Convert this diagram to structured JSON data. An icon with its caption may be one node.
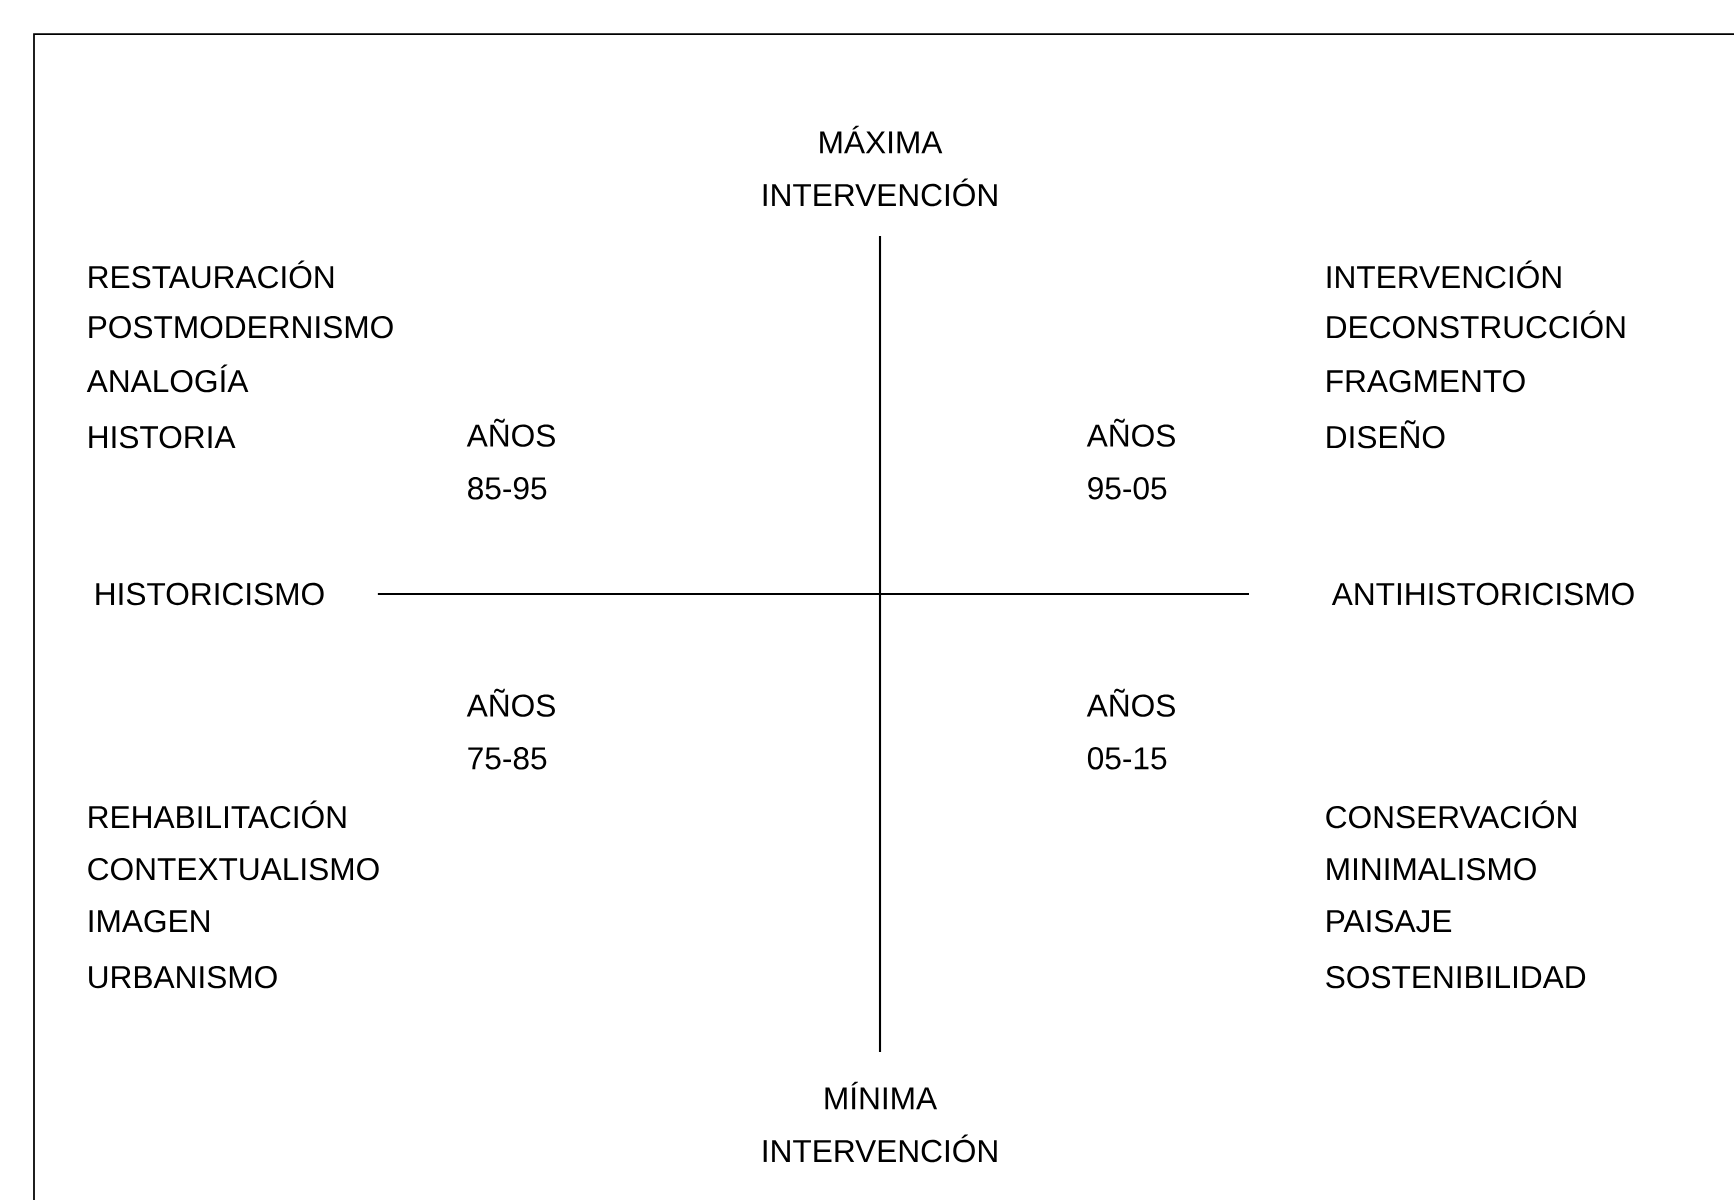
{
  "diagram": {
    "nodes": [
      {
        "text": [
          "MÁXIMA INTERVENCIÓN"
        ]
      },
      {
        "text": [
          "HISTORICISMO"
        ]
      },
      {
        "text": [
          "ANTIHISTORICISMO"
        ]
      },
      {
        "text": [
          "MÍNIMA INTERVENCIÓN"
        ]
      }
    ],
    "edges": [
      {
        "from": 0,
        "to": 3,
        "arrow": "none"
      },
      {
        "from": 1,
        "to": 2,
        "arrow": "none"
      }
    ],
    "labels": [
      "RESTAURACIÓN",
      "POSTMODERNISMO",
      "ANALOGÍA",
      "HISTORIA",
      "INTERVENCIÓN",
      "DECONSTRUCCIÓN",
      "FRAGMENTO",
      "DISEÑO",
      "AÑOS 85-95",
      "AÑOS 95-05",
      "AÑOS 75-85",
      "AÑOS 05-15",
      "REHABILITACIÓN",
      "CONTEXTUALISMO",
      "IMAGEN",
      "URBANISMO",
      "CONSERVACIÓN",
      "MINIMALISMO",
      "PAISAJE",
      "SOSTENIBILIDAD"
    ]
  }
}
